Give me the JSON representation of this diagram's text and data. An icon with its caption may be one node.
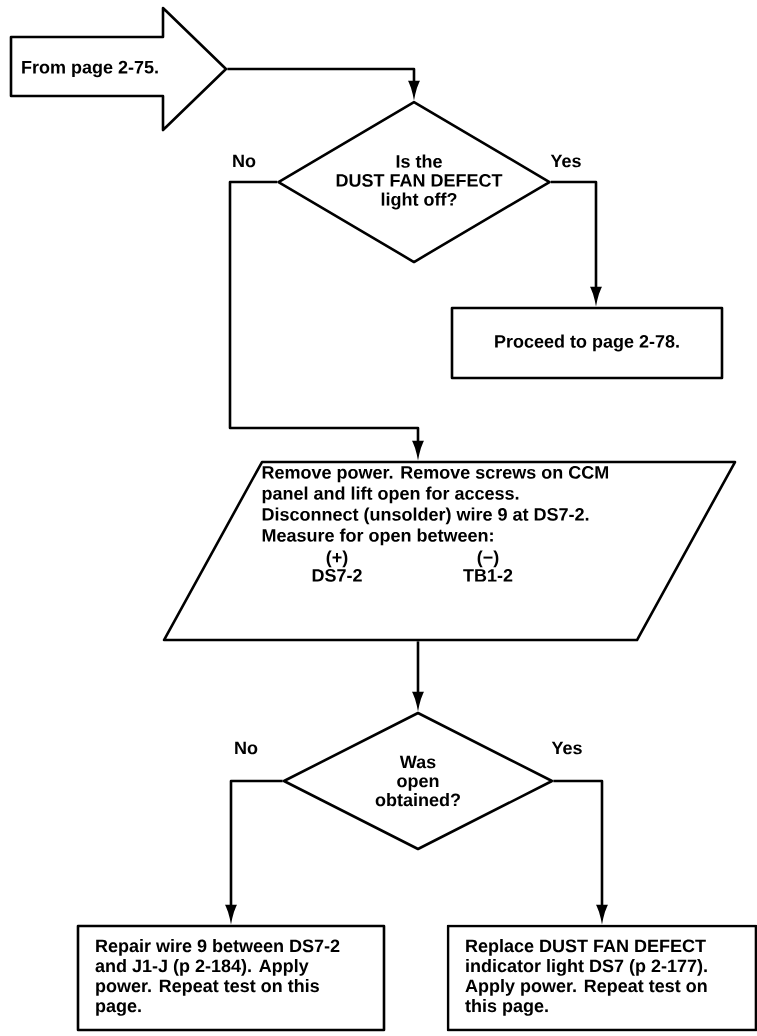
{
  "diagram": {
    "nodes": [
      {
        "text": [
          "From page 2-75."
        ]
      },
      {
        "text": [
          "Is the DUST FAN DEFECT light off?"
        ]
      },
      {
        "text": [
          "Proceed to page 2-78."
        ]
      },
      {
        "text": [
          "Remove power. Remove screws on CCM panel and lift open for access. Disconnect (unsolder) wire 9 at DS7-2. Measure for open between:",
          "(+)",
          "DS7-2",
          "(−)",
          "TB1-2"
        ]
      },
      {
        "text": [
          "Was open obtained?"
        ]
      },
      {
        "text": [
          "Repair wire 9 between DS7-2 and J1-J (p 2-184). Apply power. Repeat test on this page."
        ]
      },
      {
        "text": [
          "Replace DUST FAN DEFECT indicator light DS7 (p 2-177). Apply power. Repeat test on this page."
        ]
      }
    ],
    "edges": [
      {
        "from": 0,
        "to": 1,
        "arrow": "to"
      },
      {
        "from": 1,
        "to": 3,
        "arrow": "to",
        "label": "No"
      },
      {
        "from": 1,
        "to": 2,
        "arrow": "to",
        "label": "Yes"
      },
      {
        "from": 3,
        "to": 4,
        "arrow": "to"
      },
      {
        "from": 4,
        "to": 5,
        "arrow": "to",
        "label": "No"
      },
      {
        "from": 4,
        "to": 6,
        "arrow": "to",
        "label": "Yes"
      }
    ]
  }
}
